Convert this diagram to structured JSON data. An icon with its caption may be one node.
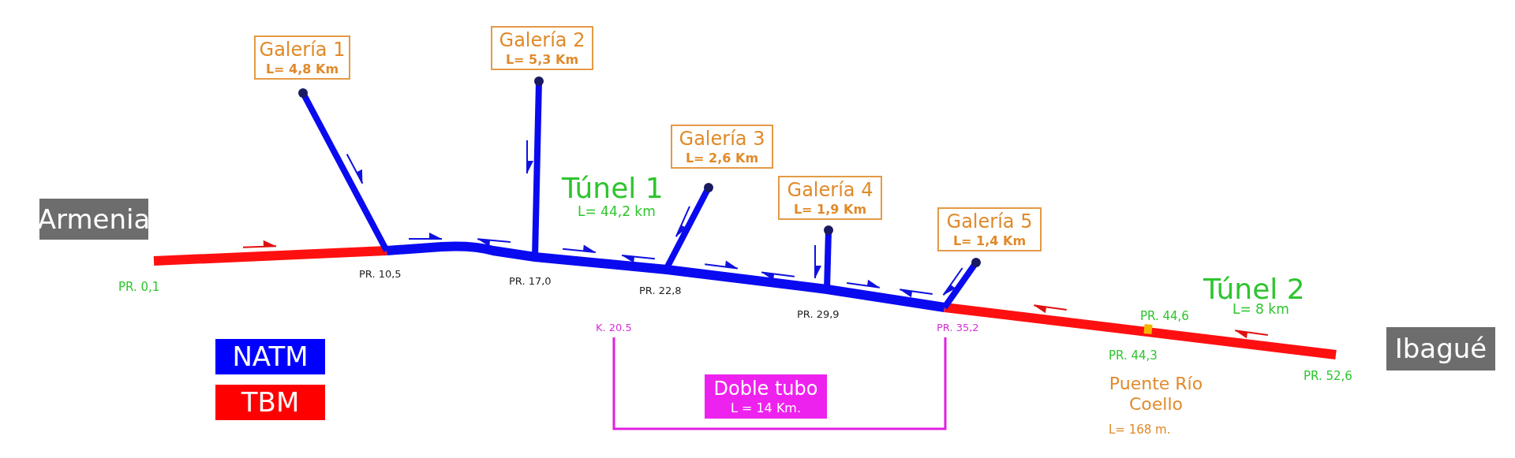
{
  "diagram": {
    "nodes": [
      {
        "text": [
          "Armenia"
        ]
      },
      {
        "text": [
          "Galería 1",
          "L= 4,8 Km"
        ]
      },
      {
        "text": [
          "Galería 2",
          "L= 5,3 Km"
        ]
      },
      {
        "text": [
          "Galería 3",
          "L= 2,6 Km"
        ]
      },
      {
        "text": [
          "Galería 4",
          "L= 1,9 Km"
        ]
      },
      {
        "text": [
          "Galería 5",
          "L= 1,4 Km"
        ]
      },
      {
        "text": [
          "Doble tubo",
          "L = 14 Km."
        ]
      },
      {
        "text": [
          "Ibagué"
        ]
      }
    ],
    "labels": [
      "Túnel 1",
      "L= 44,2 km",
      "PR. 0,1",
      "PR. 10,5",
      "PR. 17,0",
      "PR. 22,8",
      "Túnel 2",
      "L= 8 km",
      "PR. 29,9",
      "PR. 44,6",
      "K. 20.5",
      "PR. 35,2",
      "PR. 44,3",
      "PR. 52,6",
      "Puente Río Coello",
      "L= 168 m."
    ],
    "legend": [
      {
        "text": "NATM",
        "color": "#0000ff"
      },
      {
        "text": "TBM",
        "color": "#ff0000"
      }
    ]
  }
}
